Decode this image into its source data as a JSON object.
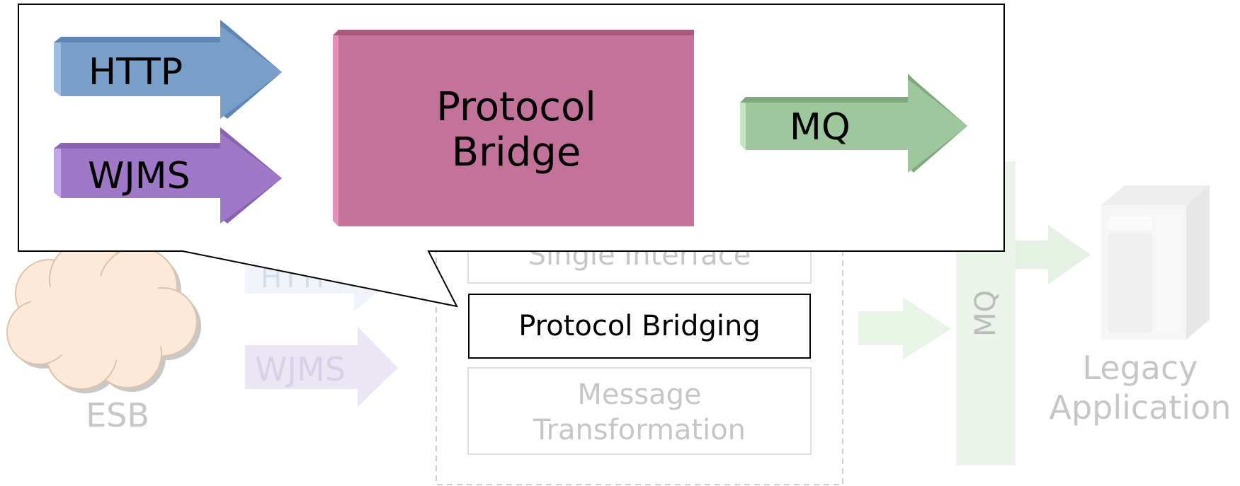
{
  "esb": {
    "label": "ESB"
  },
  "background_arrows": {
    "http": "HTTP",
    "wjms": "WJMS"
  },
  "gateway_functions": {
    "single_interface": "Single Interface",
    "protocol_bridging": "Protocol Bridging",
    "message_transformation_line1": "Message",
    "message_transformation_line2": "Transformation"
  },
  "mq_bar": {
    "label": "MQ"
  },
  "legacy": {
    "line1": "Legacy",
    "line2": "Application"
  },
  "callout": {
    "http": "HTTP",
    "wjms": "WJMS",
    "bridge_line1": "Protocol",
    "bridge_line2": "Bridge",
    "mq": "MQ"
  },
  "colors": {
    "http_arrow": "#779fca",
    "wjms_arrow": "#9f78c8",
    "bridge_box": "#c3739a",
    "mq_arrow": "#9ec79d",
    "cloud_fill": "#fde9d9",
    "faded_text": "#c6c6c6"
  }
}
